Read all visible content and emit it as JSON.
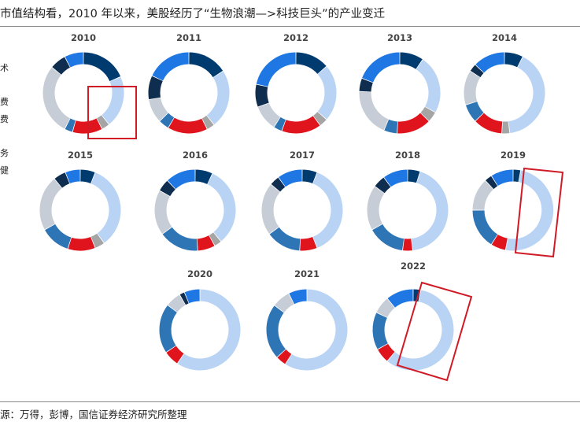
{
  "title": "市值结构看，2010 年以来，美股经历了“生物浪潮—>科技巨头”的产业变迁",
  "source": "源：万得，彭博，国信证券经济研究所整理",
  "legend_fragments": [
    "术",
    "费",
    "费",
    "务",
    "健"
  ],
  "chart_data": {
    "type": "pie",
    "style": "donut",
    "segment_colors": [
      "#003b6f",
      "#b9d3f5",
      "#a5a5a5",
      "#e0141c",
      "#2e75b6",
      "#c6cdd6",
      "#0f2d4f",
      "#1f77e3"
    ],
    "charts": [
      {
        "year": "2010",
        "values": [
          17,
          19,
          3,
          11,
          3,
          26,
          6,
          7
        ]
      },
      {
        "year": "2011",
        "values": [
          15,
          22,
          3,
          15,
          4,
          9,
          9,
          17
        ]
      },
      {
        "year": "2012",
        "values": [
          12,
          20,
          3,
          14,
          3,
          9,
          8,
          19
        ]
      },
      {
        "year": "2013",
        "values": [
          9,
          22,
          4,
          13,
          5,
          18,
          5,
          18
        ]
      },
      {
        "year": "2014",
        "values": [
          7,
          38,
          3,
          11,
          7,
          13,
          3,
          12
        ]
      },
      {
        "year": "2015",
        "values": [
          6,
          34,
          4,
          11,
          12,
          22,
          5,
          6
        ]
      },
      {
        "year": "2016",
        "values": [
          7,
          32,
          3,
          7,
          16,
          18,
          5,
          12
        ]
      },
      {
        "year": "2017",
        "values": [
          6,
          38,
          0,
          7,
          14,
          21,
          4,
          10
        ]
      },
      {
        "year": "2018",
        "values": [
          5,
          43,
          0,
          4,
          15,
          18,
          5,
          10
        ]
      },
      {
        "year": "2019",
        "values": [
          3,
          50,
          0,
          6,
          16,
          13,
          3,
          9
        ]
      },
      {
        "year": "2020",
        "values": [
          0,
          57,
          0,
          6,
          19,
          6,
          2,
          6
        ]
      },
      {
        "year": "2021",
        "values": [
          0,
          56,
          0,
          4,
          21,
          7,
          0,
          7
        ]
      },
      {
        "year": "2022",
        "values": [
          3,
          58,
          0,
          6,
          15,
          7,
          0,
          11
        ]
      }
    ],
    "highlighted_years": [
      "2010",
      "2019",
      "2022"
    ]
  }
}
